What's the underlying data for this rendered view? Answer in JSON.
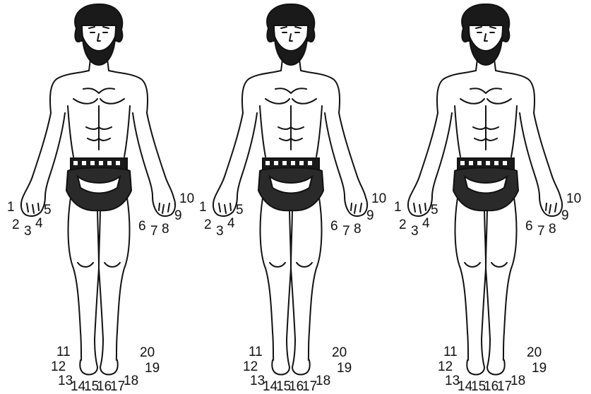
{
  "figures": [
    {
      "label": "figure-1",
      "numbers": [
        "1",
        "2",
        "3",
        "4",
        "5",
        "6",
        "7",
        "8",
        "9",
        "10",
        "11",
        "12",
        "13",
        "14",
        "15",
        "16",
        "17",
        "18",
        "19",
        "20"
      ]
    },
    {
      "label": "figure-2",
      "numbers": [
        "1",
        "2",
        "3",
        "4",
        "5",
        "6",
        "7",
        "8",
        "9",
        "10",
        "11",
        "12",
        "13",
        "14",
        "15",
        "16",
        "17",
        "18",
        "19",
        "20"
      ]
    },
    {
      "label": "figure-3",
      "numbers": [
        "1",
        "2",
        "3",
        "4",
        "5",
        "6",
        "7",
        "8",
        "9",
        "10",
        "11",
        "12",
        "13",
        "14",
        "15",
        "16",
        "17",
        "18",
        "19",
        "20"
      ]
    }
  ],
  "colors": {
    "line": "#111111",
    "skin": "#ffffff",
    "hair": "#1a1a1a"
  }
}
